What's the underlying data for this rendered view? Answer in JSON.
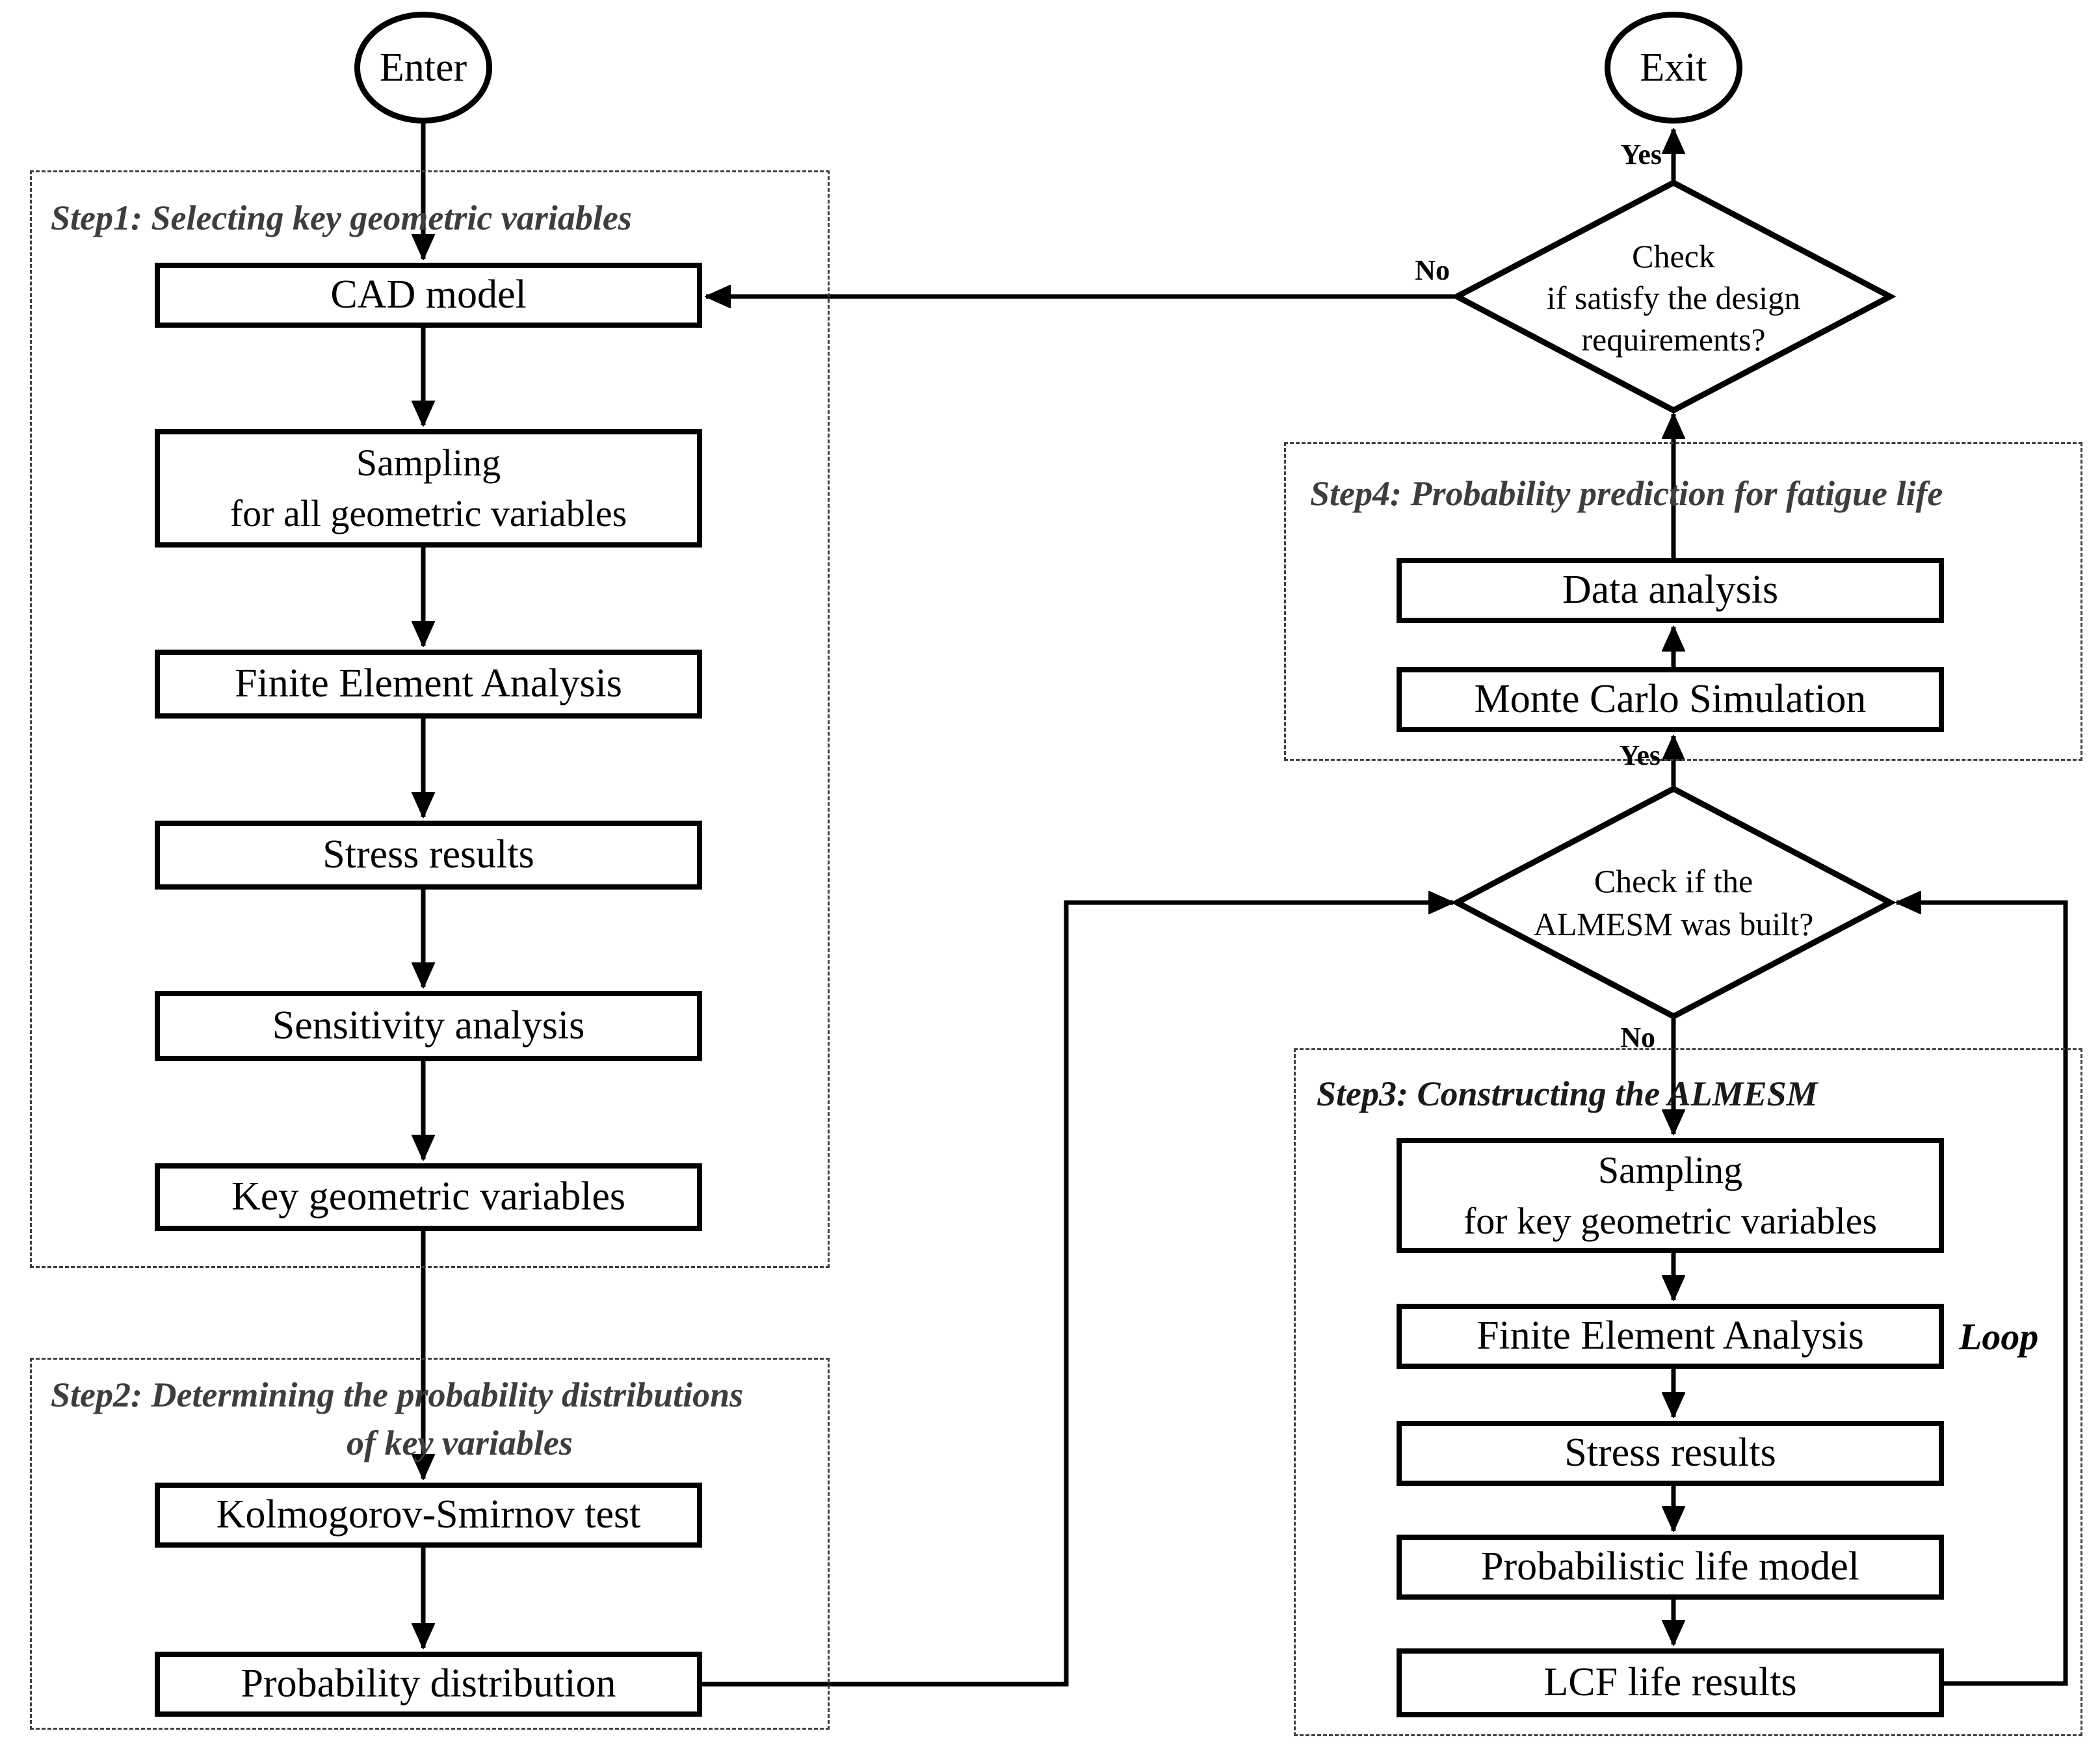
{
  "colors": {
    "line": "#000000",
    "step_title": "#3d3d3d",
    "background": "#ffffff"
  },
  "terminals": {
    "enter": "Enter",
    "exit": "Exit"
  },
  "step1": {
    "title": "Step1: Selecting key geometric variables",
    "cad": "CAD model",
    "sampling_l1": "Sampling",
    "sampling_l2": "for all geometric variables",
    "fea": "Finite Element Analysis",
    "stress": "Stress results",
    "sensitivity": "Sensitivity analysis",
    "key_vars": "Key geometric variables"
  },
  "step2": {
    "title_l1": "Step2: Determining the probability distributions",
    "title_l2": "of key variables",
    "ks_test": "Kolmogorov-Smirnov test",
    "prob_dist": "Probability distribution"
  },
  "step3": {
    "title": "Step3: Constructing  the ALMESM",
    "sampling_l1": "Sampling",
    "sampling_l2": "for key geometric variables",
    "fea": "Finite Element Analysis",
    "stress": "Stress results",
    "life_model": "Probabilistic life model",
    "lcf": "LCF life results",
    "loop": "Loop"
  },
  "step4": {
    "title": "Step4: Probability prediction for fatigue life",
    "data_analysis": "Data analysis",
    "mcs": "Monte Carlo Simulation"
  },
  "decision_design": {
    "l1": "Check",
    "l2": "if satisfy the design",
    "l3": "requirements?",
    "yes": "Yes",
    "no": "No"
  },
  "decision_almesm": {
    "l1": "Check if the",
    "l2": "ALMESM was built?",
    "yes": "Yes",
    "no": "No"
  }
}
